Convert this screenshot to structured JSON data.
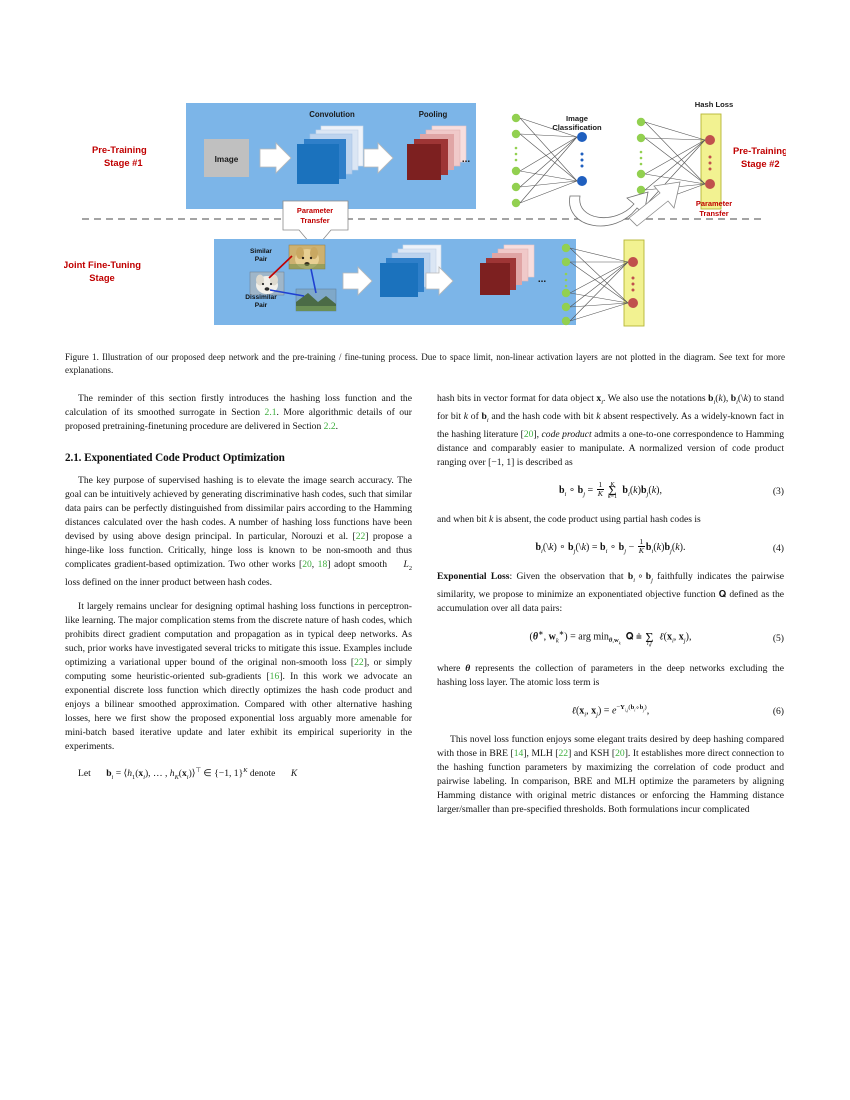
{
  "figure": {
    "name": "deep-hashing-architecture-diagram",
    "labels": {
      "convolution": "Convolution",
      "pooling": "Pooling",
      "image_block": "Image",
      "image_classification_line1": "Image",
      "image_classification_line2": "Classification",
      "hash_loss": "Hash Loss",
      "pretrain1_line1": "Pre-Training",
      "pretrain1_line2": "Stage #1",
      "pretrain2_line1": "Pre-Training",
      "pretrain2_line2": "Stage #2",
      "joint_line1": "Joint Fine-Tuning",
      "joint_line2": "Stage",
      "param_transfer_line1": "Parameter",
      "param_transfer_line2": "Transfer",
      "param_transfer2_line1": "Parameter",
      "param_transfer2_line2": "Transfer",
      "similar_line1": "Similar",
      "similar_line2": "Pair",
      "dissimilar_line1": "Dissimilar",
      "dissimilar_line2": "Pair",
      "ellipsis": "..."
    },
    "colors": {
      "panel_blue": "#7cb5e8",
      "conv_blue": "#1b72bd",
      "pool_red": "#7d2020",
      "hash_yellow": "#f2f291",
      "node_green": "#92d050",
      "node_blue": "#1f5fbf",
      "node_red": "#c0504d",
      "accent_red": "#c00000",
      "image_gray": "#c0c0c0"
    }
  },
  "caption": {
    "text": "Figure 1. Illustration of our proposed deep network and the pre-training / fine-tuning process.  Due to space limit, non-linear activation layers are not plotted in the diagram. See text for more explanations."
  },
  "left_column": {
    "p1_a": "The reminder of this section firstly introduces the hashing loss function and the calculation of its smoothed surrogate in Section ",
    "p1_cite1": "2.1",
    "p1_b": ". More algorithmic details of our proposed pretraining-finetuning procedure are delivered in Section ",
    "p1_cite2": "2.2",
    "p1_c": ".",
    "section_heading": "2.1. Exponentiated Code Product Optimization",
    "p2": "The key purpose of supervised hashing is to elevate the image search accuracy. The goal can be intuitively achieved by generating discriminative hash codes, such that similar data pairs can be perfectly distinguished from dissimilar pairs according to the Hamming distances calculated over the hash codes.  A number of hashing loss functions have been devised by using above design principal.  In particular, Norouzi et al. [",
    "p2_cite1": "22",
    "p2_b": "] propose a hinge-like loss function.  Critically, hinge loss is known to be non-smooth and thus complicates gradient-based optimization.  Two other works [",
    "p2_cite2": "20",
    "p2_c": ", ",
    "p2_cite3": "18",
    "p2_d": "] adopt smooth ",
    "p2_math_L2": "L₂",
    "p2_e": " loss defined on the inner product between hash codes.",
    "p3_a": "It largely remains unclear for designing optimal hashing loss functions in perceptron-like learning.  The major complication stems from the discrete nature of hash codes, which prohibits direct gradient computation and propagation as in typical deep networks. As such, prior works have investigated several tricks to mitigate this issue.  Examples include optimizing a variational upper bound of the original non-smooth loss [",
    "p3_cite1": "22",
    "p3_b": "], or simply computing some heuristic-oriented sub-gradients [",
    "p3_cite2": "16",
    "p3_c": "]. In this work we advocate an exponential discrete loss function which directly optimizes the hash code product and enjoys a bilinear smoothed approximation.  Compared with other alternative hashing losses, here we first show the proposed exponential loss arguably more amenable for mini-batch based iterative update and later exhibit its empirical superiority in the experiments.",
    "p4_a": "Let ",
    "p4_math": "b_i = ⟨h_1(x_i), … , h_K(x_i)⟩^T ∈ {−1, 1}^K",
    "p4_b": " denote ",
    "p4_K": "K"
  },
  "right_column": {
    "p1_a": "hash bits in vector format for data object ",
    "p1_x": "x_i",
    "p1_b": ". We also use the notations ",
    "p1_m1": "b_i(k), b_i(\\k)",
    "p1_c": " to stand for bit ",
    "p1_k": "k",
    "p1_d": " of ",
    "p1_bi": "b_i",
    "p1_e": " and the hash code with bit ",
    "p1_k2": "k",
    "p1_f": " absent respectively. As a widely-known fact in the hashing literature [",
    "p1_cite": "20",
    "p1_g": "], ",
    "p1_italic": "code product",
    "p1_h": " admits a one-to-one correspondence to Hamming distance and comparably easier to manipulate.  A normalized version of code product ranging over ",
    "p1_range": "[−1, 1]",
    "p1_i": " is described as",
    "eq3_number": "(3)",
    "p2_a": "and when bit ",
    "p2_k": "k",
    "p2_b": " is absent, the code product using partial hash codes is",
    "eq4_number": "(4)",
    "p3_bold": "Exponential Loss",
    "p3_a": ": Given the observation that ",
    "p3_m1": "b_i ∘ b_j",
    "p3_b": " faithfully indicates the pairwise similarity, we propose to minimize an exponentiated objective function ",
    "p3_Q": "Q",
    "p3_c": " defined as the accumulation over all data pairs:",
    "eq5_number": "(5)",
    "p4_a": "where ",
    "p4_theta": "θ",
    "p4_b": " represents the collection of parameters in the deep networks excluding the hashing loss layer. The atomic loss term is",
    "eq6_number": "(6)",
    "p5_a": "This novel loss function enjoys some elegant traits desired by deep hashing compared with those in BRE [",
    "p5_cite1": "14",
    "p5_b": "], MLH [",
    "p5_cite2": "22",
    "p5_c": "] and KSH [",
    "p5_cite3": "20",
    "p5_d": "].  It establishes more direct connection to the hashing function parameters by maximizing the correlation of code product and pairwise labeling.  In comparison, BRE and MLH optimize the parameters by aligning Hamming distance with original metric distances or enforcing the Hamming distance larger/smaller than pre-specified thresholds.  Both formulations incur complicated"
  }
}
